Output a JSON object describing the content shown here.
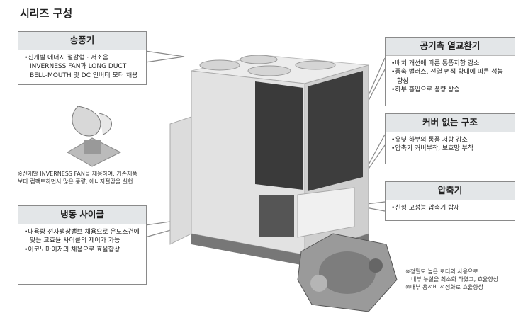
{
  "title": "시리즈 구성",
  "boxes": {
    "fan": {
      "header": "송풍기",
      "items": [
        "신개발 에너지 절감형 · 저소음 INVERNESS FAN과 LONG DUCT BELL-MOUTH 및 DC 인버터 모터 채용"
      ]
    },
    "heat_exchanger": {
      "header": "공기측 열교환기",
      "items": [
        "배치 개선에 따른 통풍저항 감소",
        "풍속 밸러스, 전열 면적 확대에 따른 성능 향상",
        "하부 흡입으로 풍량 상승"
      ]
    },
    "coverless": {
      "header": "커버 없는 구조",
      "items": [
        "유닛 하부의 통풍 저항 감소",
        "압축기 커버부착, 보호망 부착"
      ]
    },
    "compressor": {
      "header": "압축기",
      "items": [
        "신형 고성능 압축기 탑재"
      ]
    },
    "refrigeration": {
      "header": "냉동 사이클",
      "items": [
        "대용량 전자팽창밸브 채용으로 온도조건에 맞는 고효율 사이클의 제어가 가능",
        "이코노마이저의 채용으로 효율향상"
      ]
    }
  },
  "notes": {
    "fan": [
      "※신개발 INVERNESS FAN을 채용하여, 기존제품",
      "보다 컴팩트하면서 많은 풍량, 에너지절감을 실현"
    ],
    "compressor": [
      "※정밀도 높은 로터의 사용으로",
      "내부 누설을 최소화 하였고, 효율향상",
      "※내부 용적비 적정화로 효율향상"
    ]
  }
}
